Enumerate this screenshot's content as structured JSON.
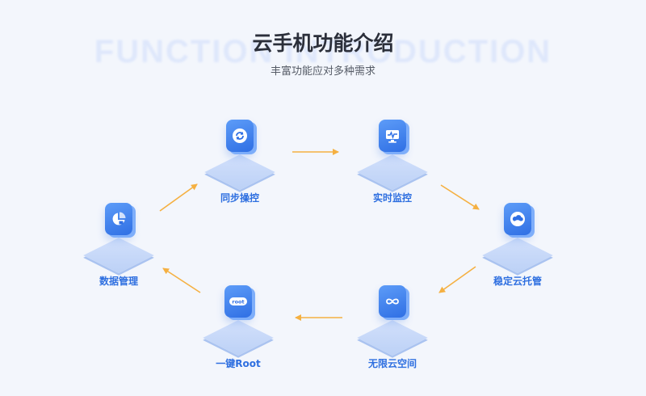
{
  "header": {
    "background_word": "FUNCTION INTRODUCTION",
    "title": "云手机功能介绍",
    "subtitle": "丰富功能应对多种需求"
  },
  "features": [
    {
      "label": "同步操控",
      "icon": "sync-cloud-icon"
    },
    {
      "label": "实时监控",
      "icon": "monitor-icon"
    },
    {
      "label": "稳定云托管",
      "icon": "cloud-hosting-icon"
    },
    {
      "label": "无限云空间",
      "icon": "infinity-icon"
    },
    {
      "label": "一键Root",
      "icon": "root-icon"
    },
    {
      "label": "数据管理",
      "icon": "data-chart-icon"
    }
  ],
  "colors": {
    "accent": "#2e6fe0",
    "arrow": "#f5b041",
    "title": "#2b2f3a",
    "background": "#f3f6fc"
  }
}
